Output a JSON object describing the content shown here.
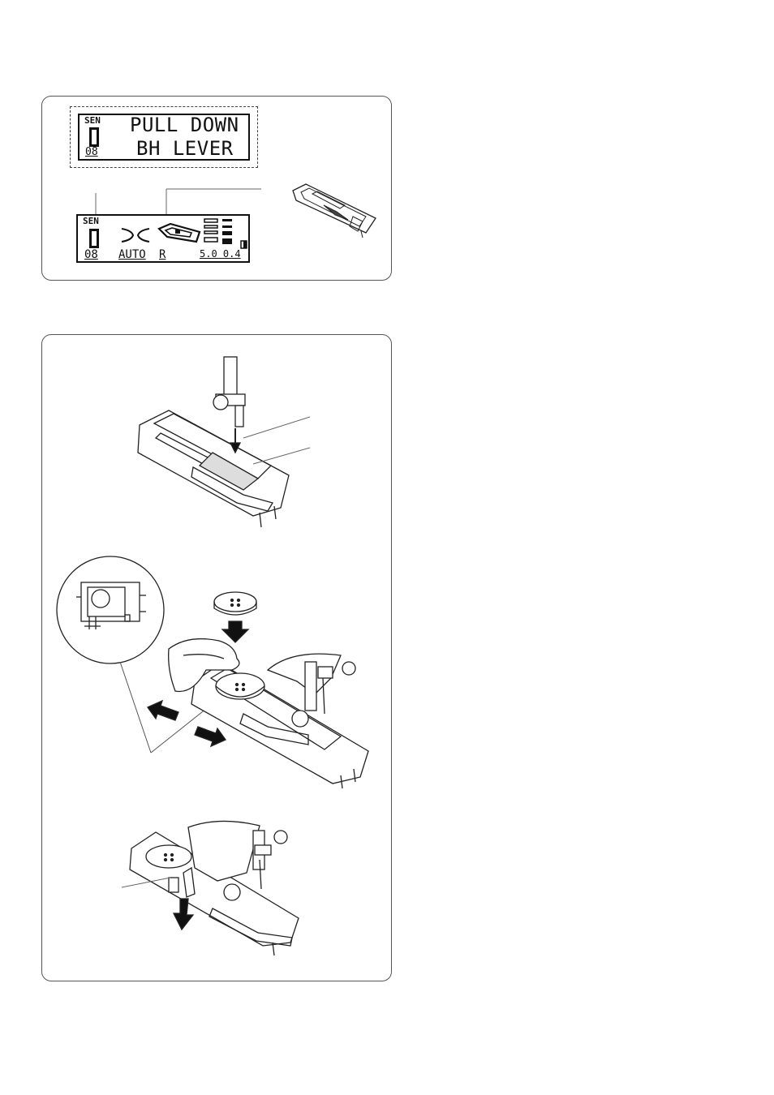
{
  "lcd_message": {
    "label": "SEN",
    "number": "08",
    "line1": "PULL DOWN",
    "line2": "BH LEVER"
  },
  "lcd_status": {
    "label": "SEN",
    "number": "08",
    "mode": "AUTO",
    "foot": "R",
    "values": "5.0 0.4"
  },
  "icons": {
    "stitch": "buttonhole-stitch-icon",
    "foot": "buttonhole-foot-r-icon",
    "tension": "tension-bars-icon"
  }
}
